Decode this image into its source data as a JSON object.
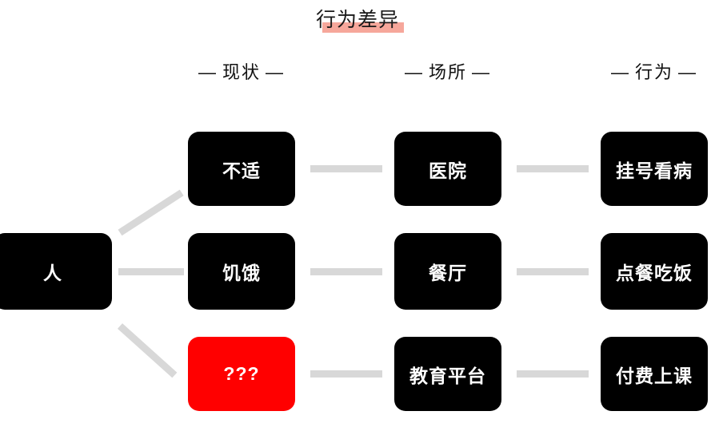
{
  "title": {
    "text": "行为差异",
    "highlight_color": "#f6a79b"
  },
  "colors": {
    "node_default": "#000000",
    "node_highlight": "#ff0000",
    "node_text": "#ffffff",
    "connector": "#d8d8d8",
    "title_highlight": "#f6a79b",
    "background": "#ffffff"
  },
  "columns": [
    {
      "dash_left": "—",
      "label": "现状",
      "dash_right": "—"
    },
    {
      "dash_left": "—",
      "label": "场所",
      "dash_right": "—"
    },
    {
      "dash_left": "—",
      "label": "行为",
      "dash_right": "—"
    }
  ],
  "root": {
    "label": "人"
  },
  "rows": [
    {
      "state": "不适",
      "place": "医院",
      "action": "挂号看病",
      "highlighted": false
    },
    {
      "state": "饥饿",
      "place": "餐厅",
      "action": "点餐吃饭",
      "highlighted": false
    },
    {
      "state": "???",
      "place": "教育平台",
      "action": "付费上课",
      "highlighted": true
    }
  ]
}
